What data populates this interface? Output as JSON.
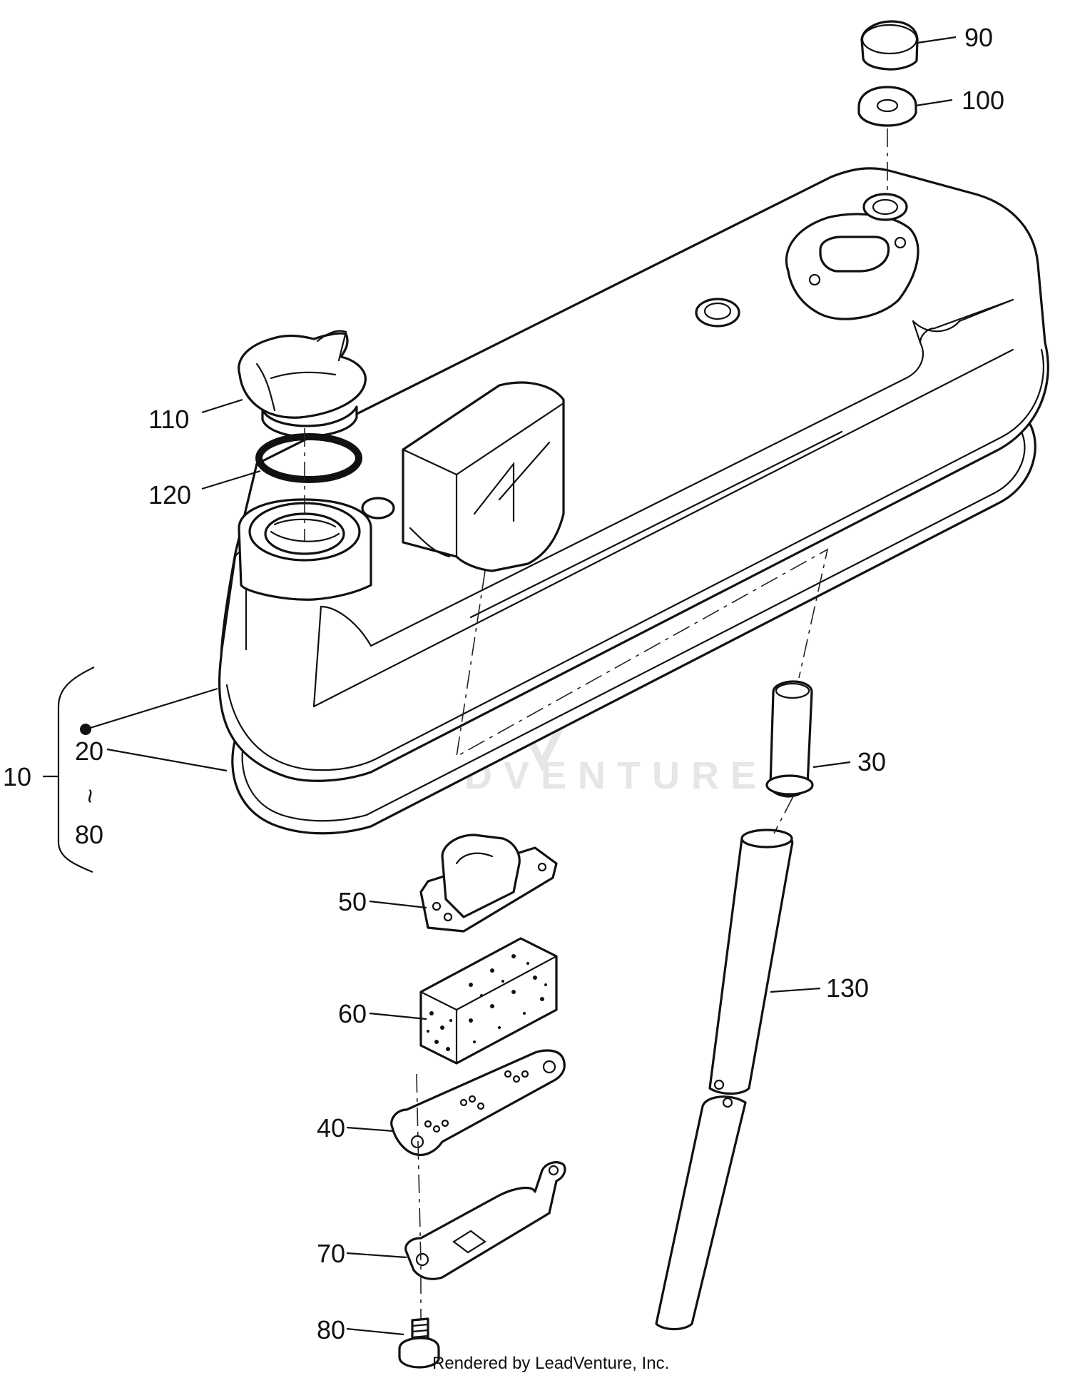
{
  "diagram": {
    "labels": {
      "p90": "90",
      "p100": "100",
      "p110": "110",
      "p120": "120",
      "p10": "10",
      "p20": "20",
      "p80_range": "80",
      "p30": "30",
      "p50": "50",
      "p60": "60",
      "p130": "130",
      "p40": "40",
      "p70": "70",
      "p80": "80"
    },
    "range_symbol": "~",
    "watermark": "LEADVENTURE",
    "footer": "Rendered by LeadVenture, Inc."
  }
}
